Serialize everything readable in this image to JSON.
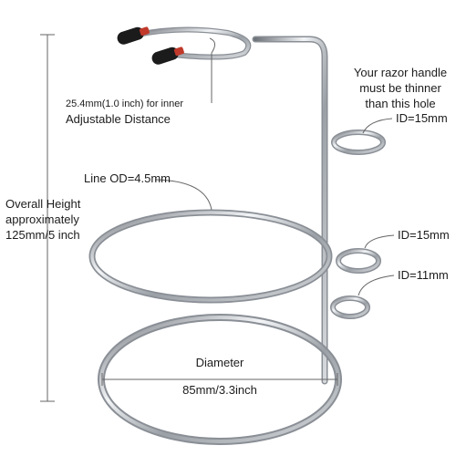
{
  "annotations": {
    "inner_distance": "25.4mm(1.0 inch) for inner",
    "adjustable": "Adjustable Distance",
    "razor_line1": "Your razor handle",
    "razor_line2": "must be thinner",
    "razor_line3": "than this hole",
    "top_hole_id": "ID=15mm",
    "line_od": "Line OD=4.5mm",
    "overall_line1": "Overall Height",
    "overall_line2": "approximately",
    "overall_line3": "125mm/5 inch",
    "middle_hole_id": "ID=15mm",
    "lower_hole_id": "ID=11mm",
    "diameter_label": "Diameter",
    "diameter_value": "85mm/3.3inch"
  },
  "colors": {
    "chrome_dark": "#8a8f96",
    "chrome_light": "#e9ecef",
    "tip": "#1b1b1b",
    "dimension_line": "#666666"
  }
}
